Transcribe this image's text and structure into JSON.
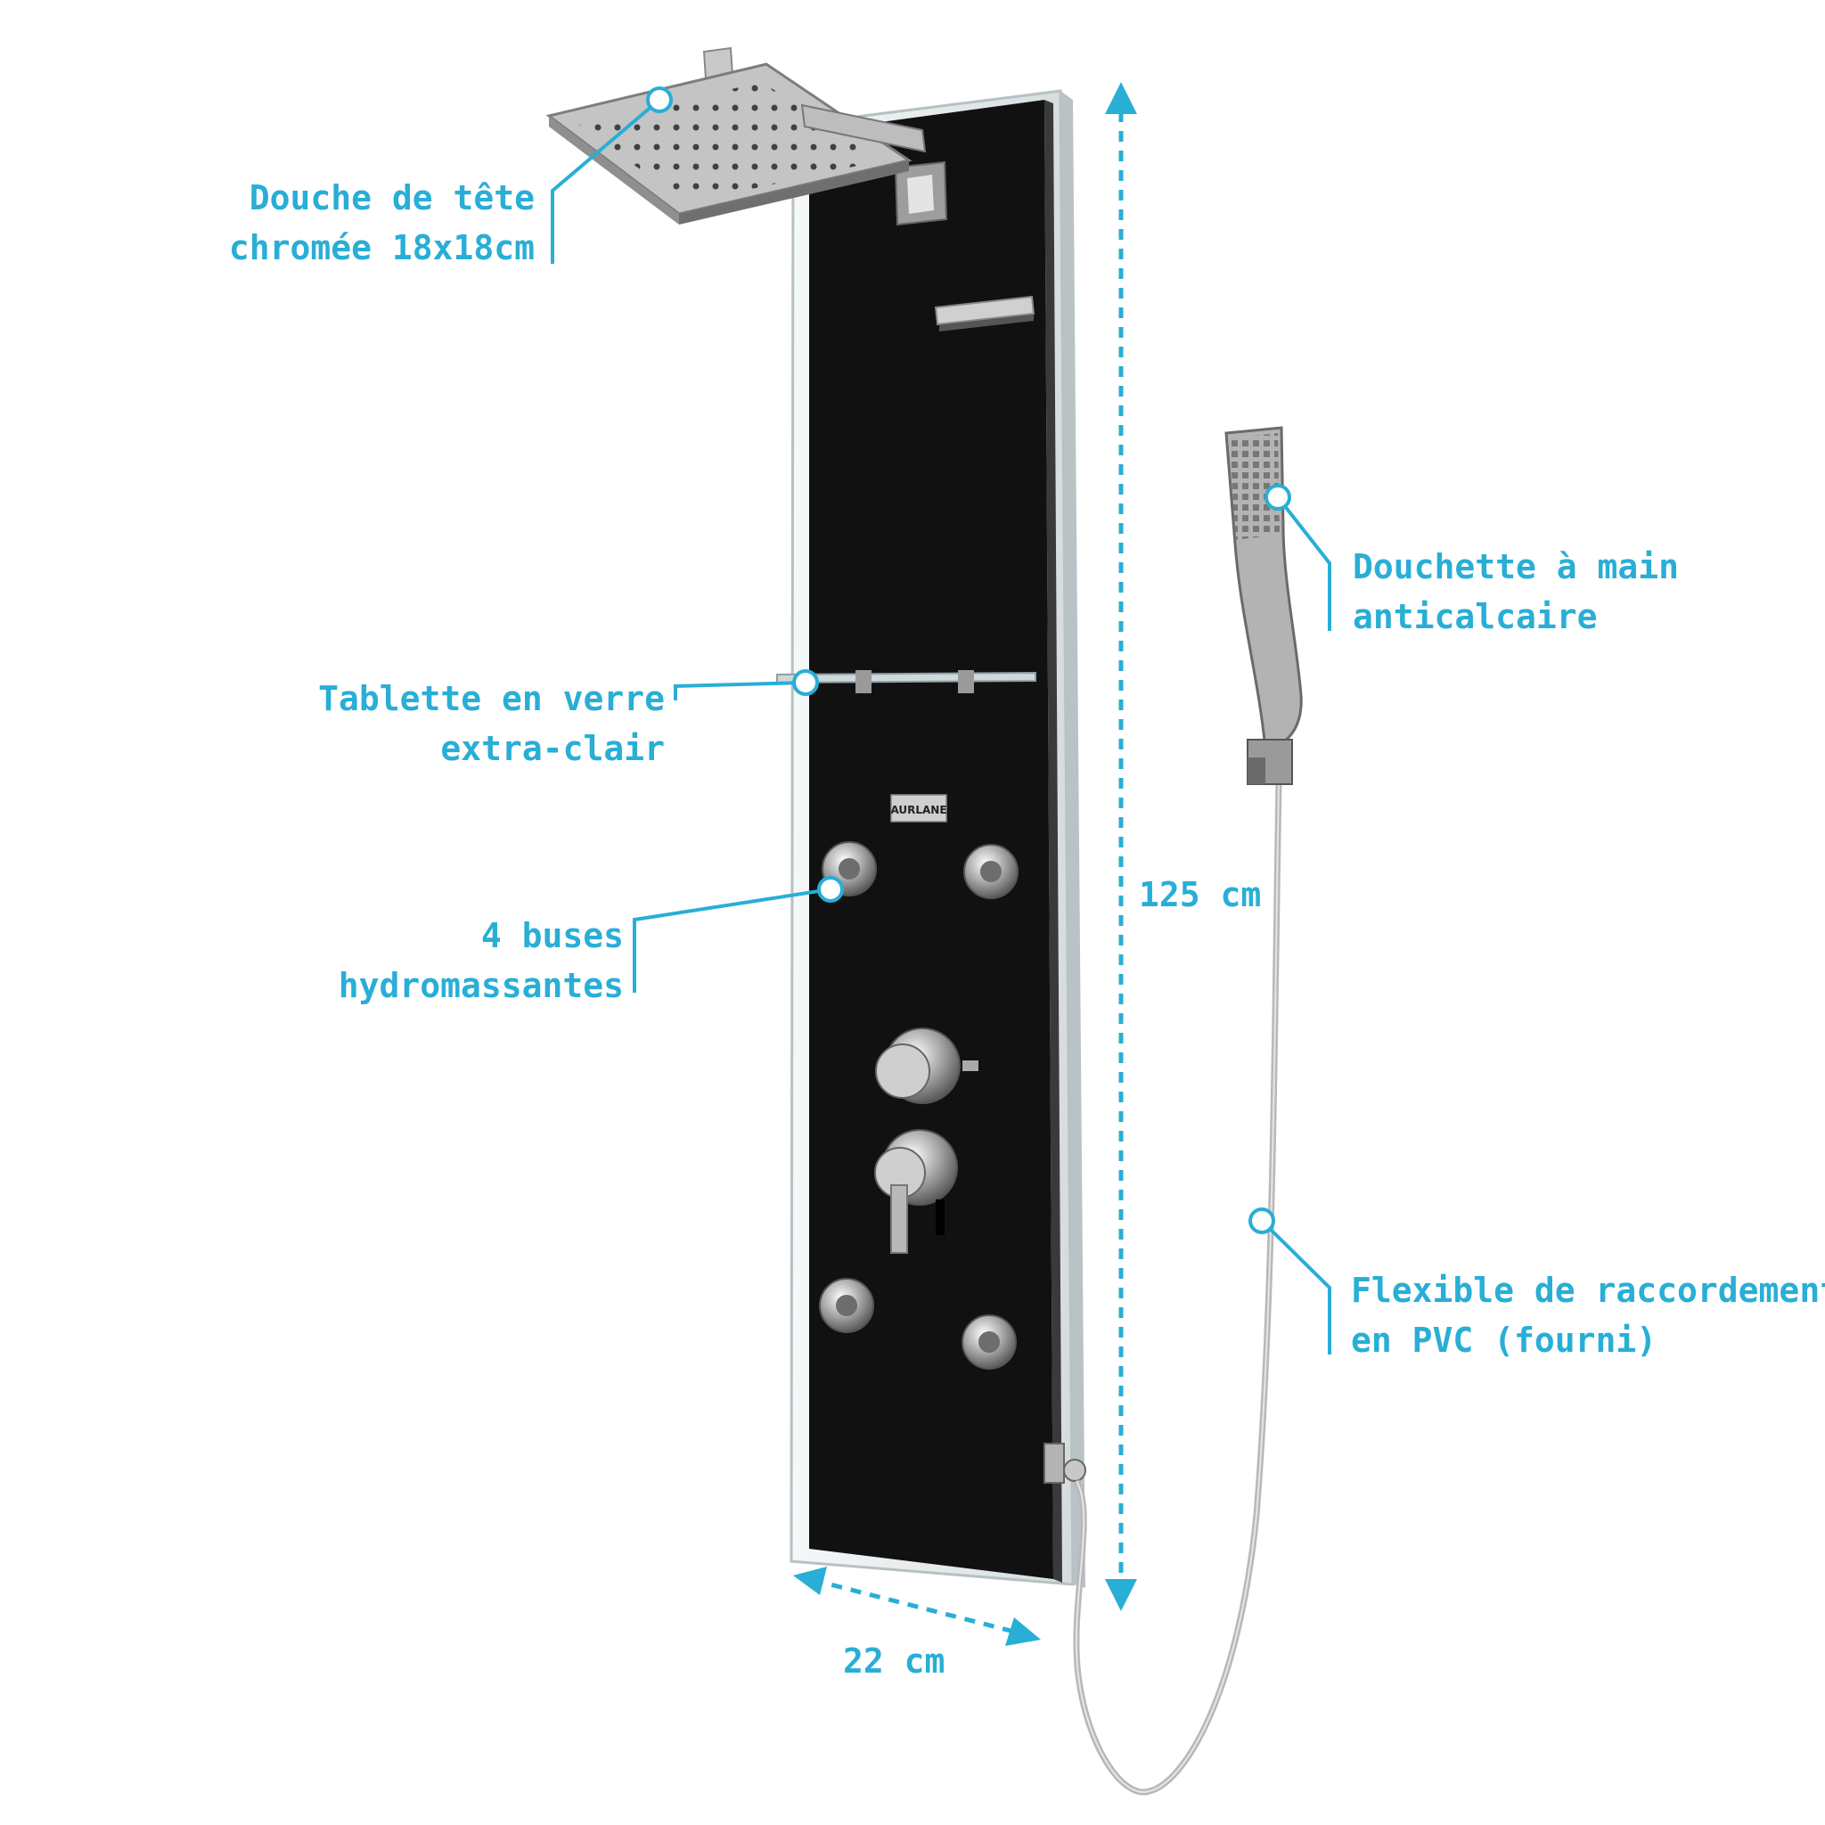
{
  "colors": {
    "accent": "#29aed6",
    "panel": "#111111",
    "chrome": "#9a9a9a",
    "chrome_dark": "#6b6b6b",
    "glass": "#e3e8ea"
  },
  "brand": {
    "logo_text": "AURLANE"
  },
  "callouts": {
    "head_shower": {
      "line1": "Douche de tête",
      "line2": "chromée 18x18cm"
    },
    "shelf": {
      "line1": "Tablette en verre",
      "line2": "extra-clair"
    },
    "jets": {
      "line1": "4 buses",
      "line2": "hydromassantes"
    },
    "hand_shower": {
      "line1": "Douchette à main",
      "line2": "anticalcaire"
    },
    "hose": {
      "line1": "Flexible de raccordement",
      "line2": "en PVC (fourni)"
    }
  },
  "dimensions": {
    "height": "125 cm",
    "width": "22 cm"
  }
}
